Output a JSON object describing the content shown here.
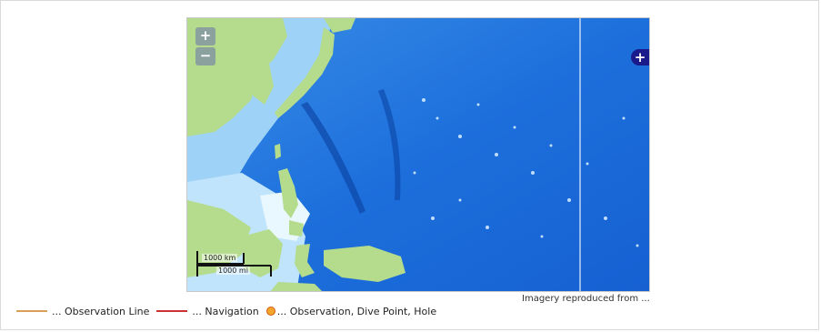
{
  "map": {
    "zoom_in_label": "+",
    "zoom_out_label": "−",
    "layer_toggle_label": "+",
    "scale_km": "1000 km",
    "scale_mi": "1000 mi",
    "attribution": "Imagery reproduced from ...",
    "colors": {
      "land": "#b4dc8c",
      "shallow": "#e6f5ff",
      "mid": "#6eb8f0",
      "deep": "#1560d0"
    }
  },
  "legend": {
    "items": [
      {
        "label": "... Observation Line",
        "color": "#d9a05a",
        "symbol": "line"
      },
      {
        "label": "... Navigation",
        "color": "#cc3333",
        "symbol": "line"
      },
      {
        "label": "... Observation, Dive Point, Hole",
        "color": "#f4a62a",
        "symbol": "dot"
      }
    ]
  }
}
